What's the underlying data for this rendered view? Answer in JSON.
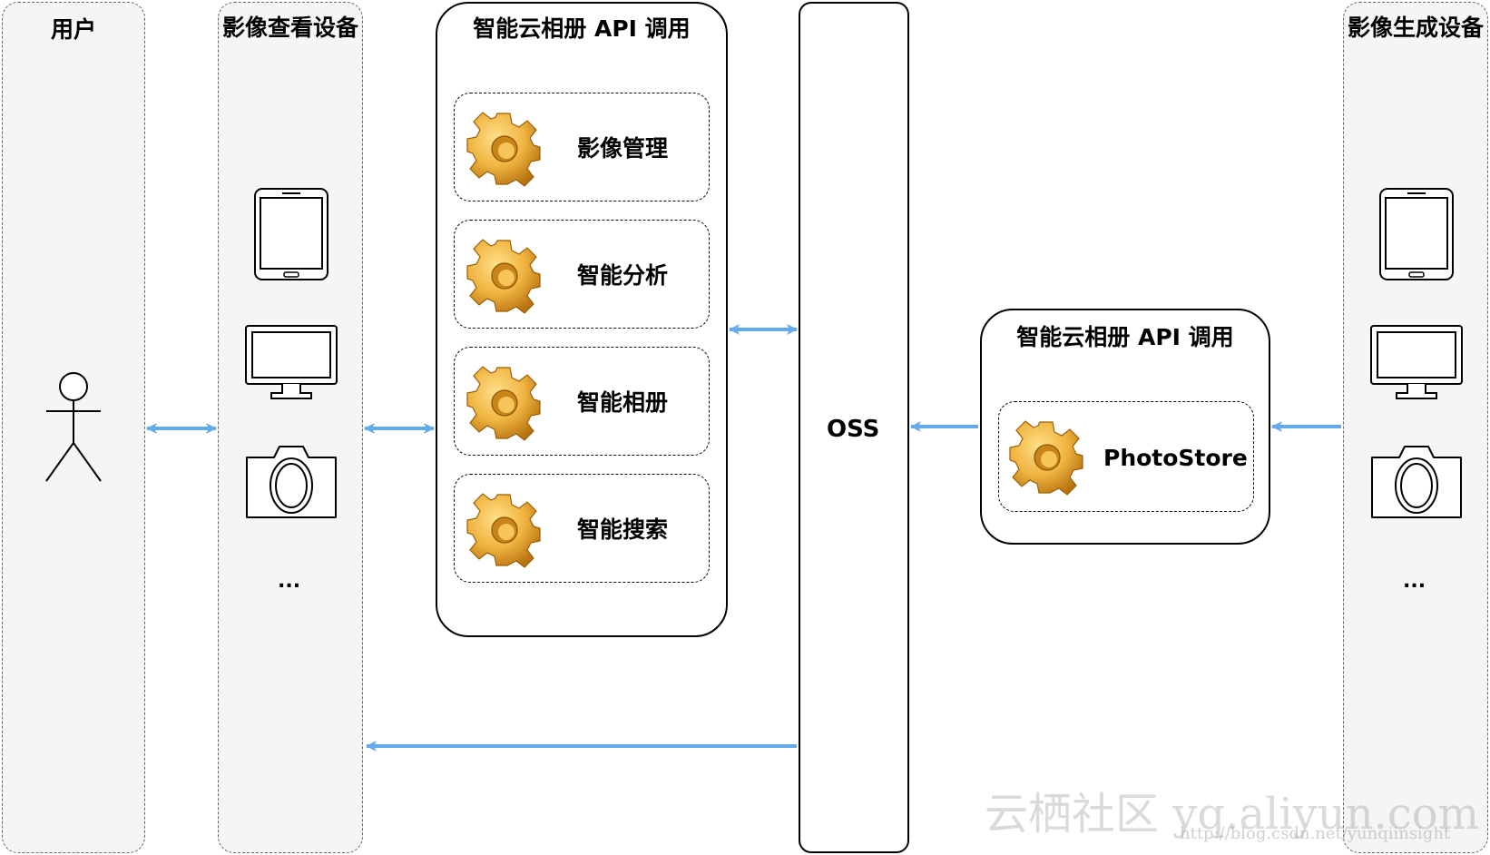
{
  "lanes": {
    "user": "用户",
    "viewer": "影像查看设备",
    "generator": "影像生成设备"
  },
  "api_main": {
    "title": "智能云相册 API 调用",
    "modules": [
      "影像管理",
      "智能分析",
      "智能相册",
      "智能搜索"
    ]
  },
  "api_store": {
    "title": "智能云相册 API 调用",
    "module": "PhotoStore"
  },
  "oss": "OSS",
  "ellipsis": "...",
  "icons": [
    "person-icon",
    "tablet-icon",
    "monitor-icon",
    "camera-icon",
    "gear-icon"
  ],
  "colors": {
    "arrow": "#66aaee",
    "gear": "#e8a838"
  },
  "watermark": {
    "main": "云栖社区 yq.aliyun.com",
    "sub": "http://blog.csdn.net/yunqiinsight"
  }
}
